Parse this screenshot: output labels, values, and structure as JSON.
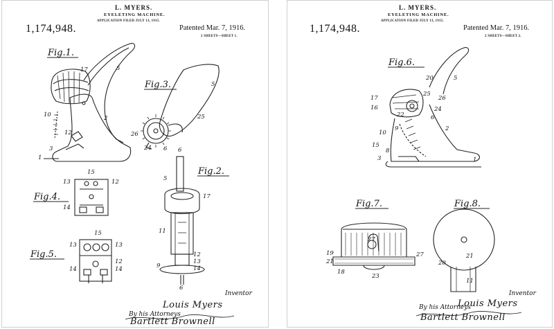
{
  "sheets": [
    {
      "inventor": "L. MYERS.",
      "title": "EYELETING MACHINE.",
      "filed": "APPLICATION FILED JULY 13, 1915.",
      "patent_number": "1,174,948.",
      "patented": "Patented Mar. 7, 1916.",
      "sheet_info": "2 SHEETS—SHEET 1.",
      "figures": {
        "fig1": "Fig.1.",
        "fig2": "Fig.2.",
        "fig3": "Fig.3.",
        "fig4": "Fig.4.",
        "fig5": "Fig.5."
      },
      "inventor_label": "Inventor",
      "inventor_signature": "Louis Myers",
      "attorneys_label": "By his Attorneys",
      "attorneys_signature": "Bartlett Brownell"
    },
    {
      "inventor": "L. MYERS.",
      "title": "EYELETING MACHINE.",
      "filed": "APPLICATION FILED JULY 13, 1915.",
      "patent_number": "1,174,948.",
      "patented": "Patented Mar. 7, 1916.",
      "sheet_info": "2 SHEETS—SHEET 2.",
      "figures": {
        "fig6": "Fig.6.",
        "fig7": "Fig.7.",
        "fig8": "Fig.8."
      },
      "inventor_label": "Inventor",
      "inventor_signature": "Louis Myers",
      "attorneys_label": "By his Attorneys",
      "attorneys_signature": "Bartlett Brownell"
    }
  ],
  "reference_numerals": {
    "fig1": [
      "17",
      "5",
      "10",
      "2",
      "12",
      "3",
      "1"
    ],
    "fig3": [
      "5",
      "25",
      "26",
      "24",
      "6"
    ],
    "fig2": [
      "6",
      "5",
      "17",
      "11",
      "12",
      "13",
      "14",
      "9",
      "6"
    ],
    "fig4": [
      "15",
      "13",
      "12",
      "14"
    ],
    "fig5": [
      "15",
      "13",
      "13",
      "12",
      "14",
      "14"
    ],
    "fig6": [
      "20",
      "5",
      "25",
      "26",
      "17",
      "16",
      "24",
      "22",
      "6",
      "9",
      "10",
      "2",
      "15",
      "8",
      "3",
      "1"
    ],
    "fig7": [
      "27",
      "19",
      "21",
      "27",
      "18",
      "23"
    ],
    "fig8": [
      "20",
      "21",
      "11"
    ]
  }
}
